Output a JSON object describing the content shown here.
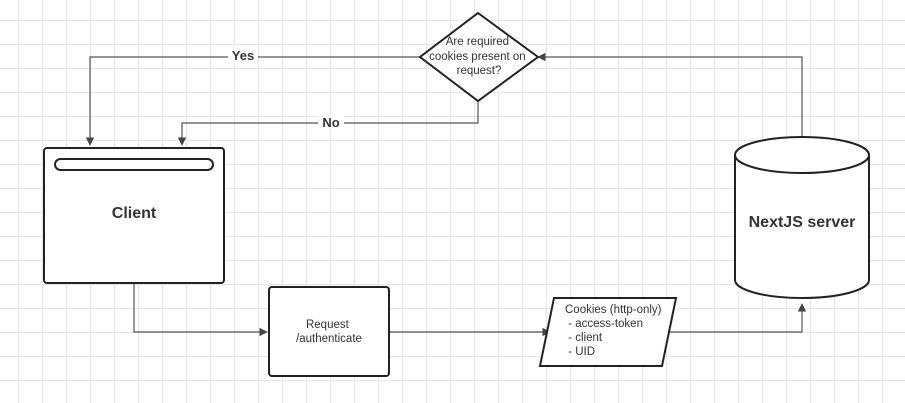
{
  "nodes": {
    "decision": {
      "lines": [
        "Are required",
        "cookies present on",
        "request?"
      ]
    },
    "client": {
      "label": "Client"
    },
    "request": {
      "lines": [
        "Request",
        "/authenticate"
      ]
    },
    "cookies": {
      "lines": [
        "Cookies (http-only)",
        " - access-token",
        " - client",
        " - UID"
      ]
    },
    "server": {
      "label": "NextJS server"
    }
  },
  "edges": {
    "yes": {
      "label": "Yes"
    },
    "no": {
      "label": "No"
    }
  }
}
